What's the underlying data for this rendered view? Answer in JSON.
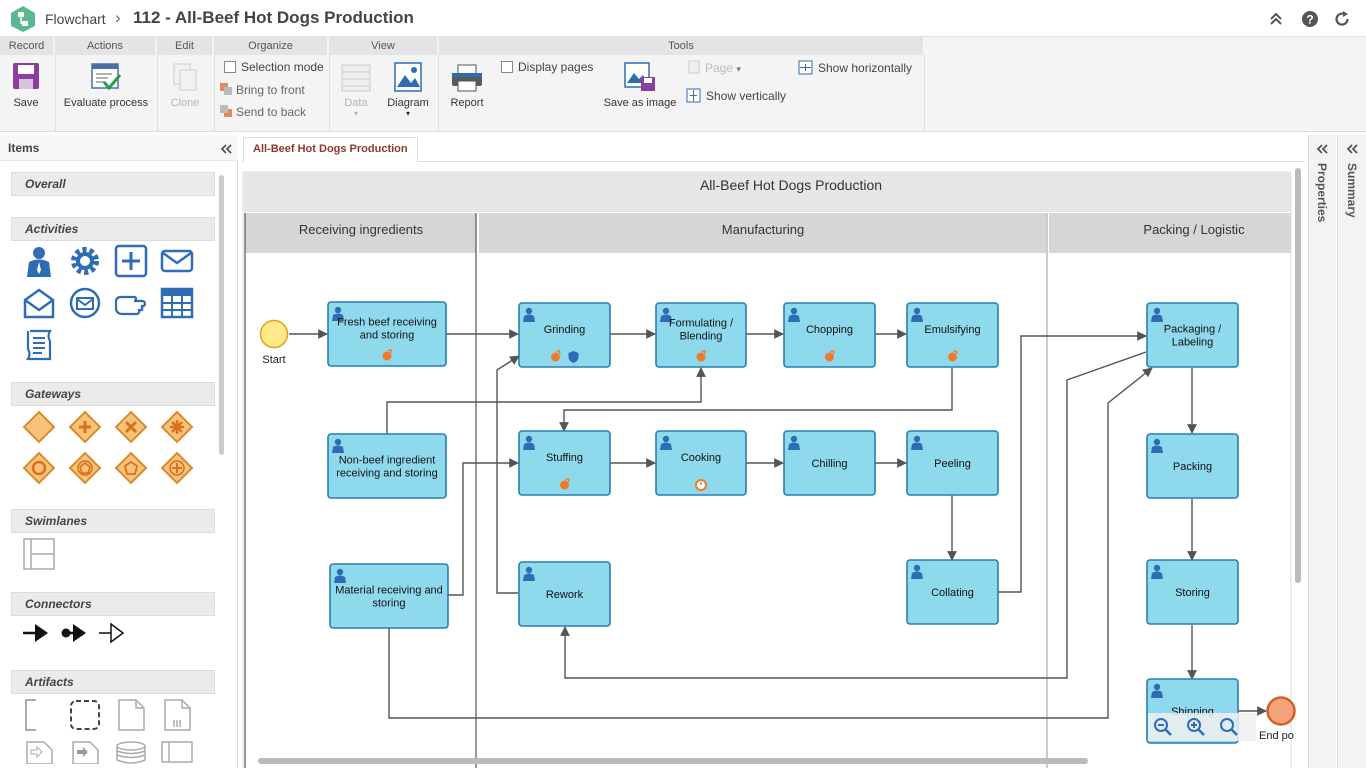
{
  "header": {
    "breadcrumb_app": "Flowchart",
    "separator": "›",
    "title": "112 - All-Beef Hot Dogs Production"
  },
  "ribbon": {
    "groups": [
      "Record",
      "Actions",
      "Edit",
      "Organize",
      "View",
      "Tools"
    ],
    "save": "Save",
    "evaluate": "Evaluate process",
    "clone": "Clone",
    "selection_mode": "Selection mode",
    "bring_front": "Bring to front",
    "send_back": "Send to back",
    "data": "Data",
    "diagram": "Diagram",
    "report": "Report",
    "display_pages": "Display pages",
    "save_image": "Save as image",
    "page": "Page",
    "show_h": "Show horizontally",
    "show_v": "Show vertically"
  },
  "items_panel": {
    "title": "Items",
    "categories": [
      "Overall",
      "Activities",
      "Gateways",
      "Swimlanes",
      "Connectors",
      "Artifacts"
    ]
  },
  "tab": {
    "label": "All-Beef Hot Dogs Production"
  },
  "side_panels": {
    "properties": "Properties",
    "summary": "Summary"
  },
  "diagram": {
    "pool_title": "All-Beef Hot Dogs Production",
    "lanes": [
      "Receiving ingredients",
      "Manufacturing",
      "Packing / Logistic"
    ],
    "start": "Start",
    "end": "End po",
    "tasks": {
      "fresh": "Fresh beef receiving|and storing",
      "nonbeef": "Non-beef ingredient|receiving and storing",
      "material": "Material receiving and|storing",
      "grinding": "Grinding",
      "formulating": "Formulating /|Blending",
      "chopping": "Chopping",
      "emulsifying": "Emulsifying",
      "stuffing": "Stuffing",
      "cooking": "Cooking",
      "chilling": "Chilling",
      "peeling": "Peeling",
      "rework": "Rework",
      "collating": "Collating",
      "packaging": "Packaging /|Labeling",
      "packing": "Packing",
      "storing": "Storing",
      "shipping": "Shipping"
    }
  },
  "colors": {
    "task_fill": "#8fd9ed",
    "task_stroke": "#2a7fb0",
    "lane_head": "#d6d6d6",
    "icon_blue": "#2e6db4",
    "accent_red": "#8b3a2a"
  }
}
